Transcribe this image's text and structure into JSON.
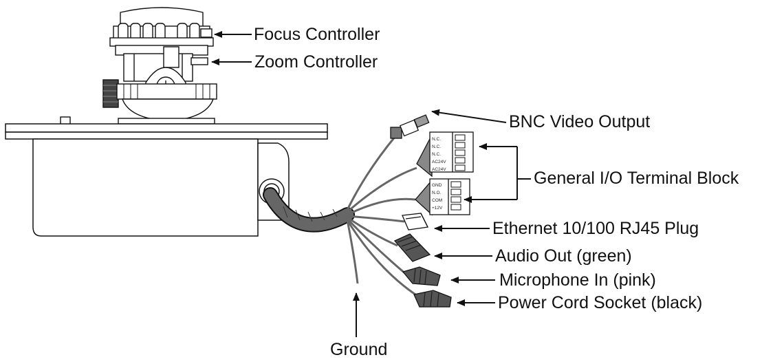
{
  "labels": {
    "focus": "Focus Controller",
    "zoom": "Zoom Controller",
    "bnc": "BNC Video Output",
    "gio": "General I/O Terminal Block",
    "ethernet": "Ethernet 10/100 RJ45 Plug",
    "audio_out": "Audio Out (green)",
    "mic_in": "Microphone In (pink)",
    "power": "Power Cord Socket (black)",
    "ground": "Ground"
  },
  "terminal_block_upper": [
    "N.C.",
    "N.C.",
    "N.C.",
    "AC24V",
    "AC24V"
  ],
  "terminal_block_lower": [
    "GND",
    "N.O.",
    "COM",
    "+12V"
  ],
  "colors": {
    "line": "#111111",
    "cable": "#555555",
    "body_fill": "#ffffff"
  }
}
